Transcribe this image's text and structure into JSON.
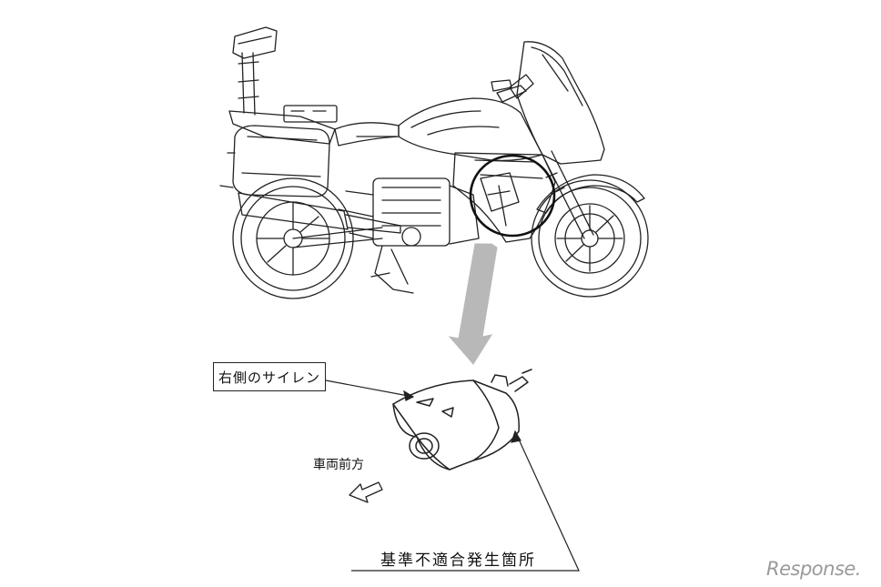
{
  "labels": {
    "right_siren": "右側のサイレン",
    "vehicle_front": "車両前方",
    "defect_location": "基準不適合発生箇所"
  },
  "watermark": {
    "text": "Response."
  },
  "colors": {
    "line": "#222222",
    "highlight_arrow": "#b8b8b8",
    "watermark": "#9a9a9a"
  }
}
